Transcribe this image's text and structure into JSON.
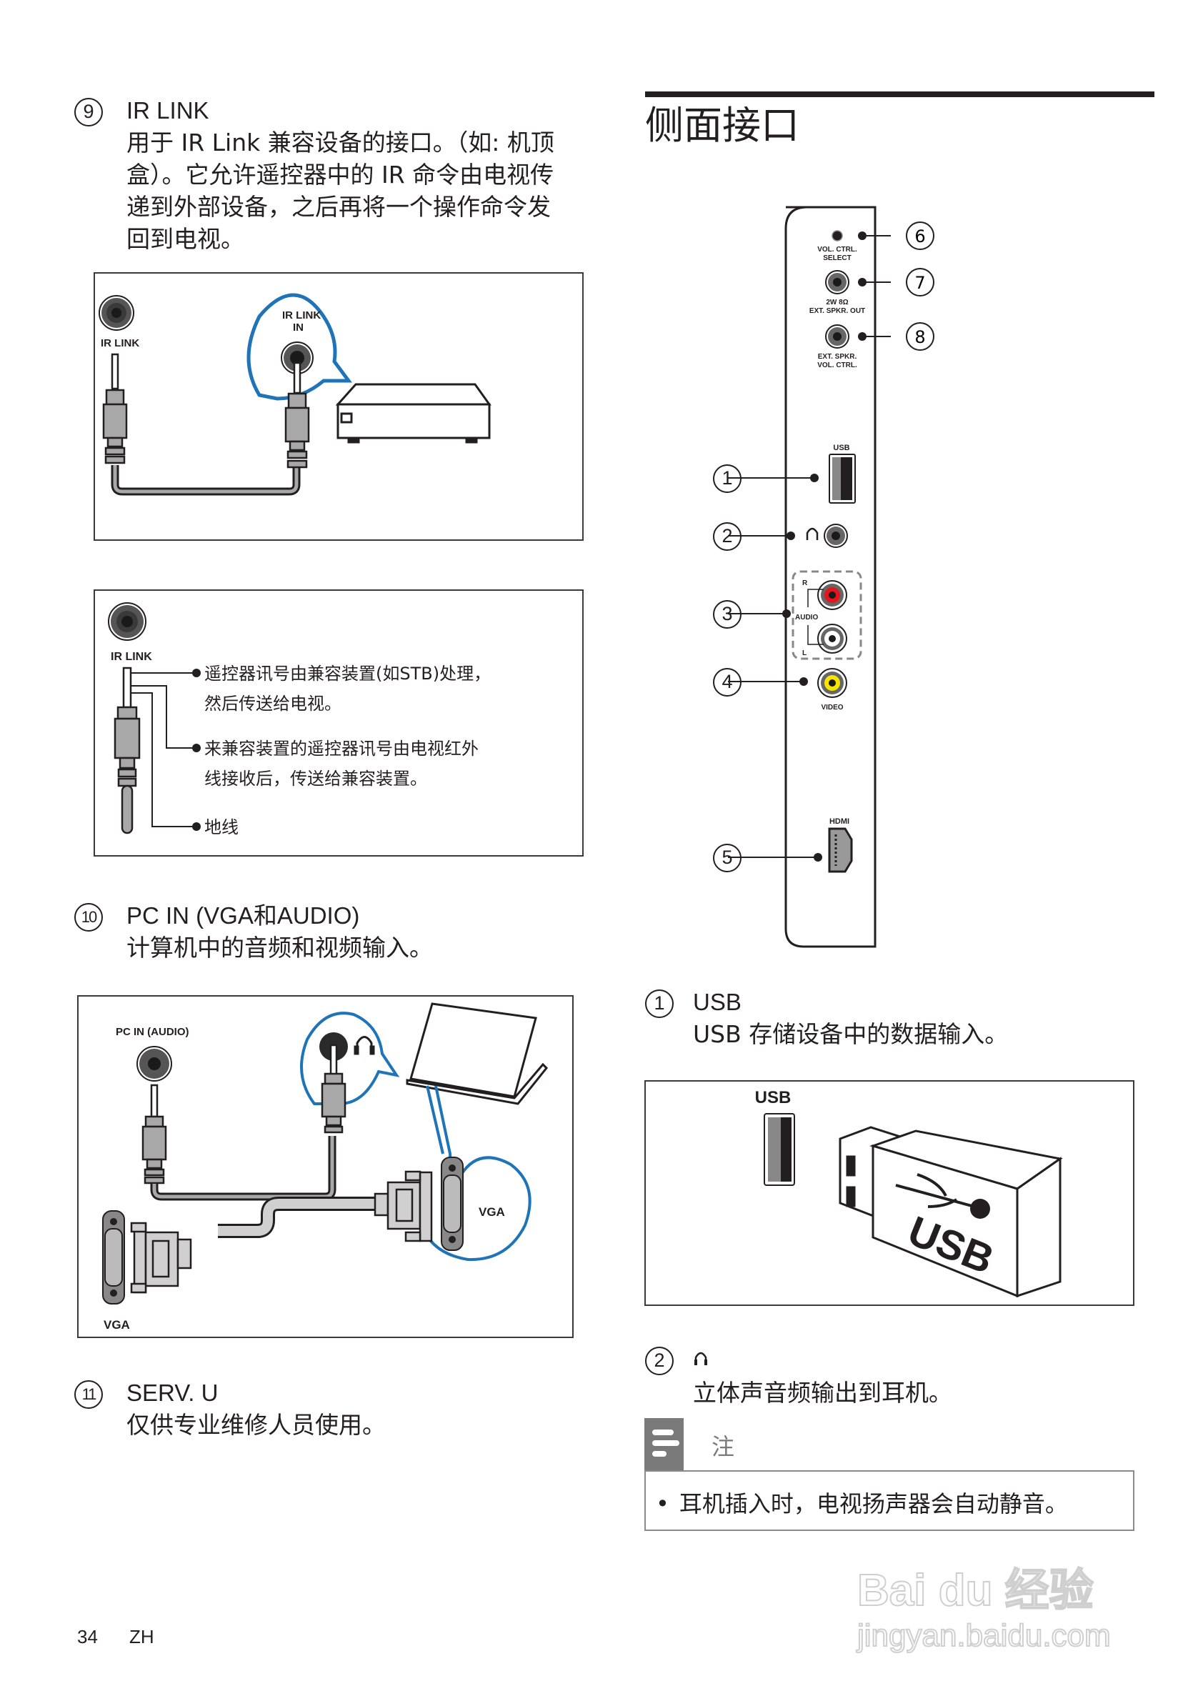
{
  "left": {
    "item9": {
      "num": "9",
      "title": "IR LINK",
      "desc_lines": [
        "用于 IR Link 兼容设备的接口。（如: 机顶",
        "盒）。它允许遥控器中的 IR 命令由电视传",
        "递到外部设备，之后再将一个操作命令发",
        "回到电视。"
      ]
    },
    "diagram1": {
      "tv_jack_label": "IR LINK",
      "device_jack_label_1": "IR LINK",
      "device_jack_label_2": "IN"
    },
    "diagram2": {
      "jack_label": "IR LINK",
      "callouts": [
        {
          "lines": [
            "遥控器讯号由兼容装置(如STB)处理，",
            "然后传送给电视。"
          ]
        },
        {
          "lines": [
            "来兼容装置的遥控器讯号由电视红外",
            "线接收后，传送给兼容装置。"
          ]
        },
        {
          "lines": [
            "地线"
          ]
        }
      ]
    },
    "item10": {
      "num": "10",
      "title": "PC IN (VGA和AUDIO)",
      "desc_lines": [
        "计算机中的音频和视频输入。"
      ]
    },
    "diagram3": {
      "audio_label": "PC IN (AUDIO)",
      "vga_label_left": "VGA",
      "vga_label_right": "VGA"
    },
    "item11": {
      "num": "11",
      "title": "SERV.  U",
      "desc_lines": [
        "仅供专业维修人员使用。"
      ]
    }
  },
  "right": {
    "section_title": "侧面接口",
    "panel": {
      "labels": {
        "vol_ctrl_select": [
          "VOL. CTRL.",
          "SELECT"
        ],
        "ext_spkr_out": [
          "2W 8Ω",
          "EXT. SPKR. OUT"
        ],
        "ext_spkr_vol": [
          "EXT. SPKR.",
          "VOL. CTRL."
        ],
        "usb": "USB",
        "audio": "AUDIO",
        "audio_r": "R",
        "audio_l": "L",
        "video": "VIDEO",
        "hdmi": "HDMI"
      },
      "callout_numbers": [
        "1",
        "2",
        "3",
        "4",
        "5",
        "6",
        "7",
        "8"
      ]
    },
    "item1": {
      "num": "1",
      "title": "USB",
      "desc_lines": [
        "USB 存储设备中的数据输入。"
      ]
    },
    "usb_diagram": {
      "port_label": "USB",
      "stick_label": "USB"
    },
    "item2": {
      "num": "2",
      "title_icon": "headphones-icon",
      "desc_lines": [
        "立体声音频输出到耳机。"
      ]
    },
    "note": {
      "title": "注",
      "bullets": [
        "耳机插入时，电视扬声器会自动静音。"
      ]
    }
  },
  "footer": {
    "page": "34",
    "lang": "ZH"
  },
  "watermark": {
    "brand": "Bai du 经验",
    "url": "jingyan.baidu.com"
  },
  "colors": {
    "accent_blue": "#1f74b8",
    "audio_red": "#e3161e",
    "video_yellow": "#f6e500",
    "note_gray": "#7a7a7a"
  }
}
